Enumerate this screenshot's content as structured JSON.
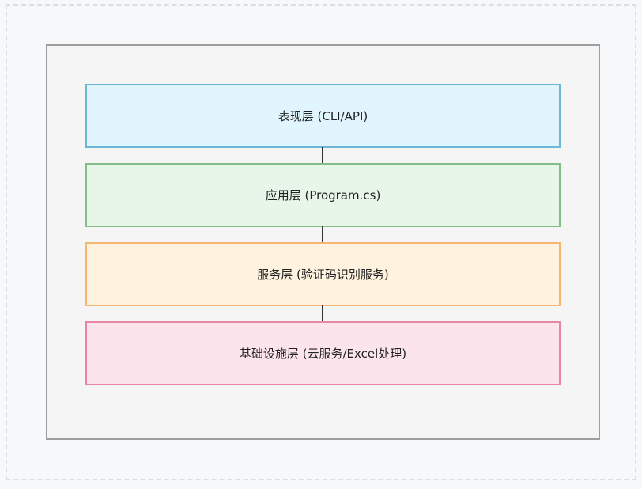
{
  "diagram": {
    "layers": [
      {
        "label": "表现层 (CLI/API)",
        "fill": "#e1f5fe",
        "border": "#6ab7d6"
      },
      {
        "label": "应用层 (Program.cs)",
        "fill": "#e8f5e9",
        "border": "#85bd88"
      },
      {
        "label": "服务层 (验证码识别服务)",
        "fill": "#fff3e0",
        "border": "#f2b871"
      },
      {
        "label": "基础设施层 (云服务/Excel处理)",
        "fill": "#fce4ec",
        "border": "#e986a2"
      }
    ],
    "colors": {
      "frame_border": "#9e9e9e",
      "frame_fill": "#f5f5f5",
      "connector": "#333333",
      "canvas_border": "#dadde3"
    }
  }
}
